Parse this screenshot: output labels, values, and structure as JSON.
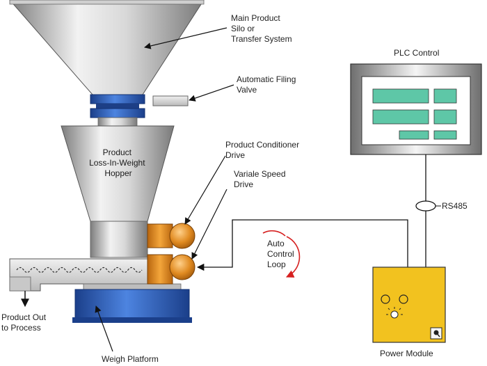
{
  "labels": {
    "silo": [
      "Main Product",
      "Silo or",
      "Transfer System"
    ],
    "valve": [
      "Automatic Filing",
      "Valve"
    ],
    "hopper": [
      "Product",
      "Loss-In-Weight",
      "Hopper"
    ],
    "conditioner": [
      "Product Conditioner",
      "Drive"
    ],
    "speed_drive": [
      "Variale Speed",
      "Drive"
    ],
    "auto_loop": [
      "Auto",
      "Control",
      "Loop"
    ],
    "product_out": [
      "Product Out",
      "to Process"
    ],
    "weigh_platform": "Weigh Platform",
    "plc": "PLC Control",
    "rs485": "RS485",
    "power_module": "Power Module"
  },
  "colors": {
    "steel_light": "#e9e9e9",
    "steel_dark": "#8a8a8a",
    "blue": "#2a5fbf",
    "blue_dark": "#1b3f8a",
    "orange": "#e08a20",
    "screen_green": "#5ec7a7",
    "power_yellow": "#f2c21f",
    "loop_red": "#d62020"
  },
  "icons": [
    "arrow-icon",
    "circular-arrow-icon",
    "knob-icon",
    "indicator-light-icon"
  ]
}
